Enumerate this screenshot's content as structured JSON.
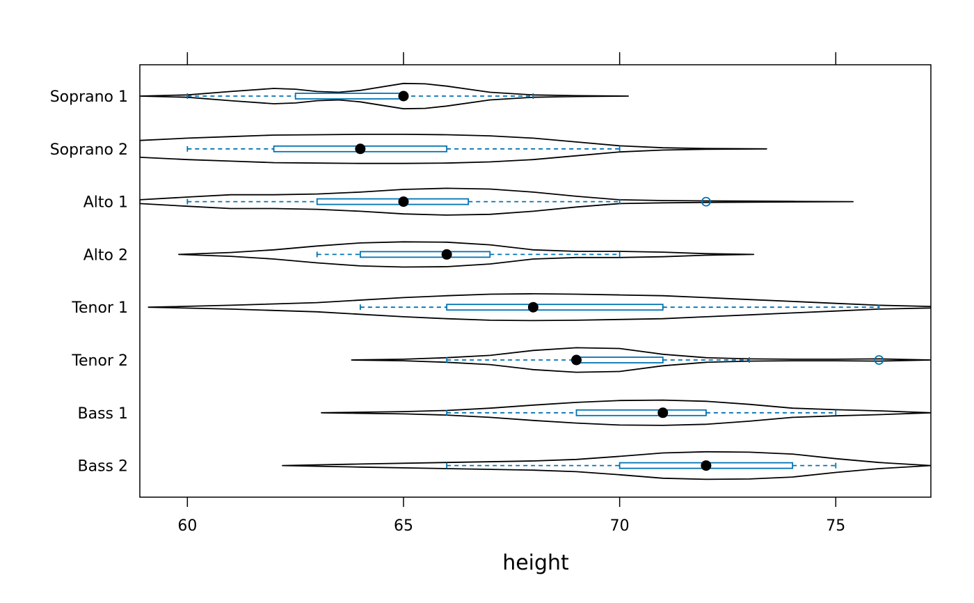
{
  "chart_data": {
    "type": "violin-box",
    "orientation": "horizontal",
    "xlabel": "height",
    "ylabel": "",
    "xlim": [
      58.9,
      77.2
    ],
    "xticks": [
      60,
      65,
      70,
      75
    ],
    "categories": [
      "Soprano 1",
      "Soprano 2",
      "Alto 1",
      "Alto 2",
      "Tenor 1",
      "Tenor 2",
      "Bass 1",
      "Bass 2"
    ],
    "box_stats": [
      {
        "group": "Soprano 1",
        "whisker_low": 60,
        "q1": 62.5,
        "median": 65,
        "q3": 65,
        "whisker_high": 68,
        "outliers": []
      },
      {
        "group": "Soprano 2",
        "whisker_low": 60,
        "q1": 62,
        "median": 64,
        "q3": 66,
        "whisker_high": 70,
        "outliers": []
      },
      {
        "group": "Alto 1",
        "whisker_low": 60,
        "q1": 63,
        "median": 65,
        "q3": 66.5,
        "whisker_high": 70,
        "outliers": [
          72
        ]
      },
      {
        "group": "Alto 2",
        "whisker_low": 63,
        "q1": 64,
        "median": 66,
        "q3": 67,
        "whisker_high": 70,
        "outliers": []
      },
      {
        "group": "Tenor 1",
        "whisker_low": 64,
        "q1": 66,
        "median": 68,
        "q3": 71,
        "whisker_high": 76,
        "outliers": []
      },
      {
        "group": "Tenor 2",
        "whisker_low": 66,
        "q1": 69,
        "median": 69,
        "q3": 71,
        "whisker_high": 73,
        "outliers": [
          76
        ]
      },
      {
        "group": "Bass 1",
        "whisker_low": 66,
        "q1": 69,
        "median": 71,
        "q3": 72,
        "whisker_high": 75,
        "outliers": []
      },
      {
        "group": "Bass 2",
        "whisker_low": 66,
        "q1": 70,
        "median": 72,
        "q3": 74,
        "whisker_high": 75,
        "outliers": []
      }
    ],
    "violins": [
      {
        "group": "Soprano 1",
        "profile": [
          [
            58.9,
            0.0
          ],
          [
            60,
            0.03
          ],
          [
            61,
            0.12
          ],
          [
            62,
            0.2
          ],
          [
            62.5,
            0.18
          ],
          [
            63,
            0.12
          ],
          [
            63.5,
            0.1
          ],
          [
            64,
            0.15
          ],
          [
            65,
            0.33
          ],
          [
            65.5,
            0.32
          ],
          [
            66,
            0.26
          ],
          [
            67,
            0.1
          ],
          [
            68,
            0.03
          ],
          [
            69,
            0.01
          ],
          [
            70.2,
            0.0
          ]
        ]
      },
      {
        "group": "Soprano 2",
        "profile": [
          [
            58.9,
            0.22
          ],
          [
            60,
            0.28
          ],
          [
            61,
            0.32
          ],
          [
            62,
            0.36
          ],
          [
            63,
            0.37
          ],
          [
            64,
            0.38
          ],
          [
            65,
            0.38
          ],
          [
            66,
            0.37
          ],
          [
            67,
            0.34
          ],
          [
            68,
            0.28
          ],
          [
            69,
            0.18
          ],
          [
            70,
            0.08
          ],
          [
            71,
            0.03
          ],
          [
            72,
            0.01
          ],
          [
            73.4,
            0.0
          ]
        ]
      },
      {
        "group": "Alto 1",
        "profile": [
          [
            58.9,
            0.05
          ],
          [
            60,
            0.12
          ],
          [
            61,
            0.18
          ],
          [
            62,
            0.18
          ],
          [
            63,
            0.2
          ],
          [
            64,
            0.25
          ],
          [
            65,
            0.32
          ],
          [
            66,
            0.35
          ],
          [
            67,
            0.33
          ],
          [
            68,
            0.25
          ],
          [
            69,
            0.14
          ],
          [
            70,
            0.05
          ],
          [
            71,
            0.03
          ],
          [
            72,
            0.02
          ],
          [
            73,
            0.015
          ],
          [
            74,
            0.008
          ],
          [
            75.4,
            0.0
          ]
        ]
      },
      {
        "group": "Alto 2",
        "profile": [
          [
            59.8,
            0.0
          ],
          [
            61,
            0.05
          ],
          [
            62,
            0.12
          ],
          [
            63,
            0.22
          ],
          [
            64,
            0.3
          ],
          [
            65,
            0.33
          ],
          [
            66,
            0.32
          ],
          [
            67,
            0.25
          ],
          [
            68,
            0.12
          ],
          [
            69,
            0.08
          ],
          [
            70,
            0.08
          ],
          [
            71,
            0.06
          ],
          [
            72,
            0.02
          ],
          [
            73.1,
            0.0
          ]
        ]
      },
      {
        "group": "Tenor 1",
        "profile": [
          [
            59.1,
            0.0
          ],
          [
            61,
            0.05
          ],
          [
            63,
            0.12
          ],
          [
            65,
            0.25
          ],
          [
            66,
            0.3
          ],
          [
            67,
            0.34
          ],
          [
            68,
            0.35
          ],
          [
            69,
            0.34
          ],
          [
            70,
            0.32
          ],
          [
            71,
            0.3
          ],
          [
            72,
            0.25
          ],
          [
            73,
            0.2
          ],
          [
            74,
            0.15
          ],
          [
            75,
            0.1
          ],
          [
            76,
            0.05
          ],
          [
            77.2,
            0.02
          ]
        ]
      },
      {
        "group": "Tenor 2",
        "profile": [
          [
            63.8,
            0.0
          ],
          [
            65,
            0.02
          ],
          [
            66,
            0.06
          ],
          [
            67,
            0.12
          ],
          [
            68,
            0.25
          ],
          [
            69,
            0.32
          ],
          [
            70,
            0.3
          ],
          [
            71,
            0.15
          ],
          [
            72,
            0.06
          ],
          [
            73,
            0.03
          ],
          [
            74,
            0.02
          ],
          [
            75,
            0.02
          ],
          [
            76,
            0.03
          ],
          [
            77.2,
            0.0
          ]
        ]
      },
      {
        "group": "Bass 1",
        "profile": [
          [
            63.1,
            0.0
          ],
          [
            65,
            0.03
          ],
          [
            66,
            0.06
          ],
          [
            67,
            0.12
          ],
          [
            68,
            0.2
          ],
          [
            69,
            0.27
          ],
          [
            70,
            0.32
          ],
          [
            71,
            0.33
          ],
          [
            72,
            0.3
          ],
          [
            73,
            0.22
          ],
          [
            74,
            0.12
          ],
          [
            75,
            0.08
          ],
          [
            76,
            0.05
          ],
          [
            77.2,
            0.0
          ]
        ]
      },
      {
        "group": "Bass 2",
        "profile": [
          [
            62.2,
            0.0
          ],
          [
            64,
            0.04
          ],
          [
            66,
            0.08
          ],
          [
            68,
            0.12
          ],
          [
            69,
            0.16
          ],
          [
            70,
            0.24
          ],
          [
            71,
            0.33
          ],
          [
            72,
            0.36
          ],
          [
            73,
            0.35
          ],
          [
            74,
            0.3
          ],
          [
            75,
            0.18
          ],
          [
            76,
            0.08
          ],
          [
            77.2,
            0.0
          ]
        ]
      }
    ],
    "grid": false,
    "legend": "none",
    "colors": {
      "violin": "#000000",
      "box": "#0072b2",
      "median_dot": "#000000",
      "background": "#ffffff"
    }
  }
}
